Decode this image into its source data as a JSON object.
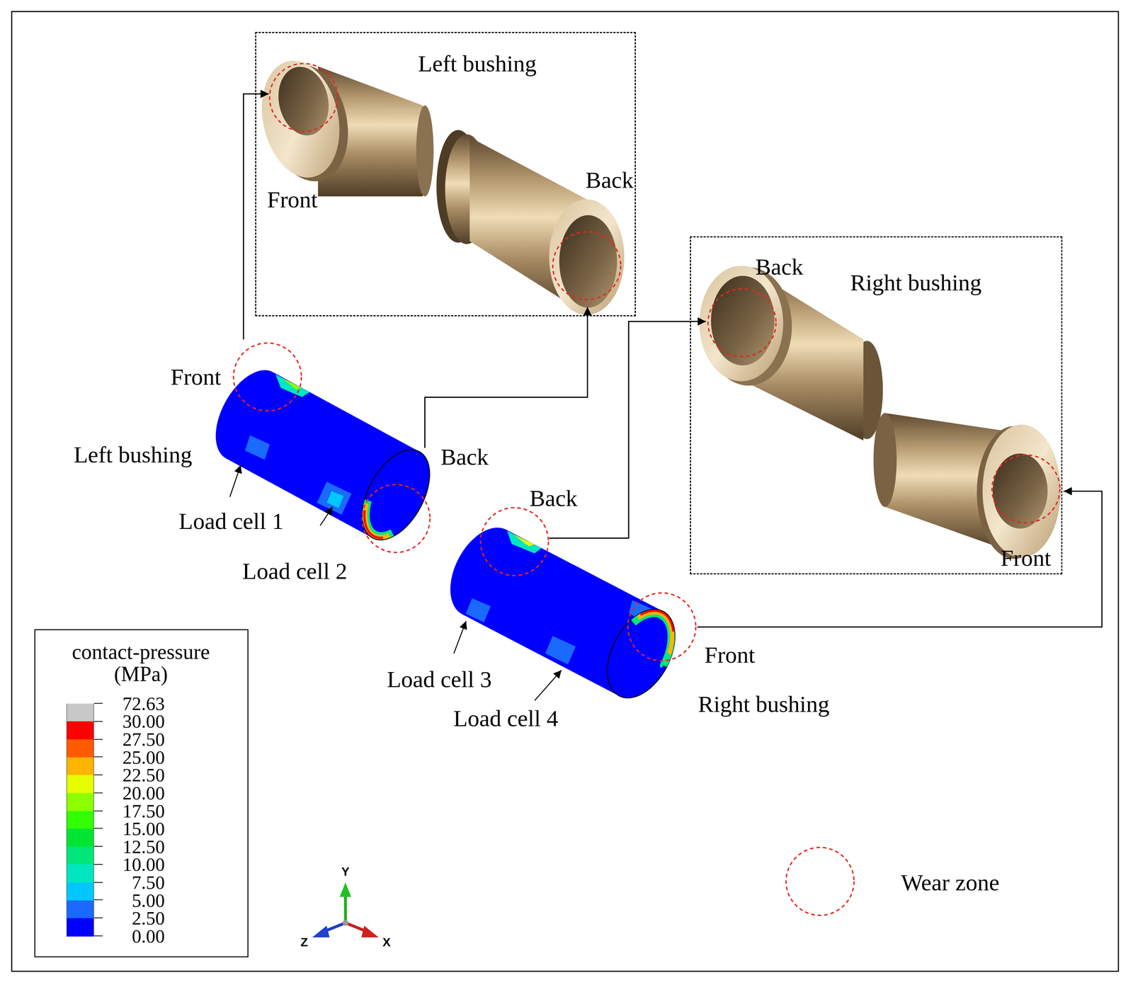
{
  "diagram": {
    "nodes": [
      {
        "text": [
          "Left bushing",
          "Front",
          "Back"
        ]
      },
      {
        "text": [
          "Back",
          "Right bushing",
          "Front"
        ]
      },
      {
        "text": [
          "Front",
          "Left bushing",
          "Back"
        ]
      },
      {
        "text": [
          "Back",
          "Front",
          "Right bushing"
        ]
      }
    ],
    "edges": [
      {
        "from": 2,
        "to": 0,
        "arrow": "to"
      },
      {
        "from": 2,
        "to": 0,
        "arrow": "to"
      },
      {
        "from": 3,
        "to": 1,
        "arrow": "to"
      },
      {
        "from": 3,
        "to": 1,
        "arrow": "to"
      }
    ],
    "labels": [
      "contact-pressure (MPa)",
      "0.00",
      "Load cell 1",
      "Load cell 2",
      "Load cell 3",
      "Load cell 4",
      "Y",
      "Z",
      "X"
    ],
    "legend": [
      {
        "text": "72.63",
        "color": "#c8c8c8"
      },
      {
        "text": "30.00",
        "color": "#ff0000"
      },
      {
        "text": "27.50",
        "color": "#ff5a00"
      },
      {
        "text": "25.00",
        "color": "#ffb400"
      },
      {
        "text": "22.50",
        "color": "#e6ff00"
      },
      {
        "text": "20.00",
        "color": "#8cff00"
      },
      {
        "text": "17.50",
        "color": "#32ff00"
      },
      {
        "text": "15.00",
        "color": "#00e632"
      },
      {
        "text": "12.50",
        "color": "#00e67a"
      },
      {
        "text": "10.00",
        "color": "#00e6c0"
      },
      {
        "text": "7.50",
        "color": "#00c8ff"
      },
      {
        "text": "5.00",
        "color": "#1a6aff"
      },
      {
        "text": "2.50",
        "color": "#0000ff"
      },
      {
        "text": "Wear zone"
      }
    ]
  }
}
